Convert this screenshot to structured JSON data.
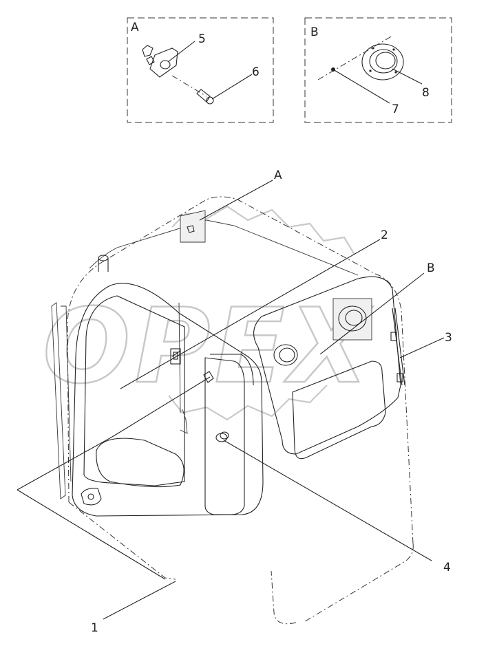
{
  "watermark": {
    "brand": "OPEX"
  },
  "details": [
    {
      "id": "A",
      "title": "A"
    },
    {
      "id": "B",
      "title": "B"
    }
  ],
  "callouts": {
    "detail_A": "A",
    "detail_B": "B",
    "p1": "1",
    "p2": "2",
    "p3": "3",
    "p4": "4",
    "p5": "5",
    "p6": "6",
    "p7": "7",
    "p8": "8"
  }
}
